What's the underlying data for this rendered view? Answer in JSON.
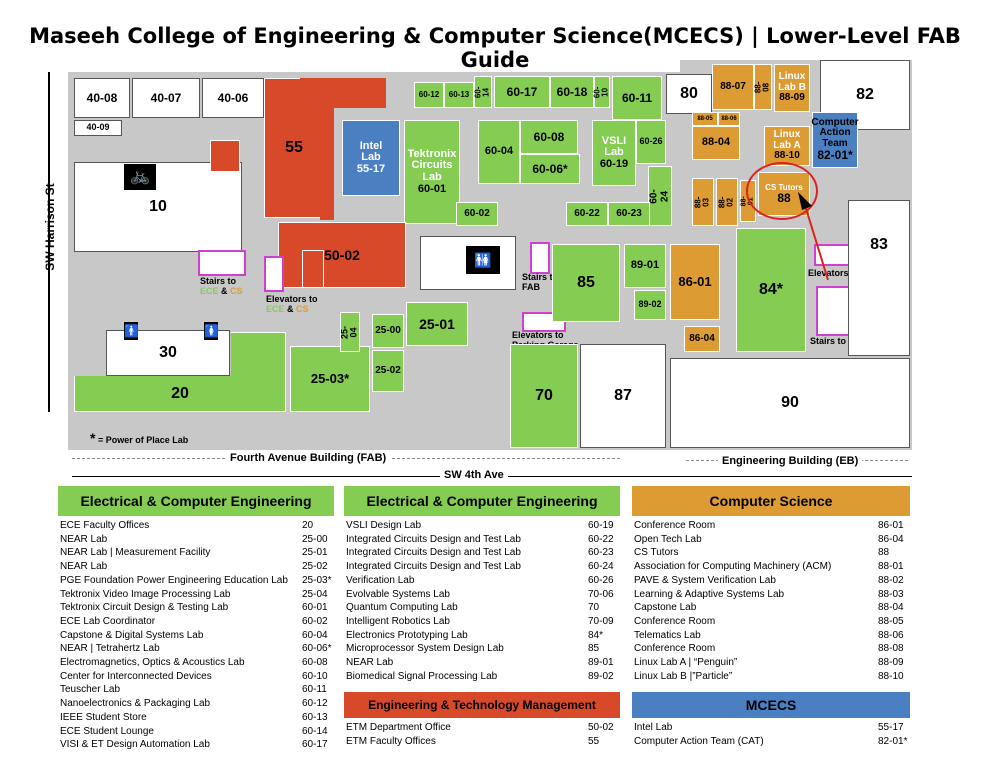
{
  "title": "Maseeh College of Engineering & Computer Science(MCECS) | Lower-Level FAB Guide",
  "map": {
    "street_left": "SW Harrison St",
    "street_bottom": "SW 4th Ave",
    "building_fab": "Fourth Avenue Building (FAB)",
    "building_eb": "Engineering Building (EB)",
    "footnote": "= Power of Place Lab",
    "asterisk": "*",
    "stairs_ece": "Stairs to",
    "ece_word": "ECE",
    "amp": "&",
    "cs_word": "CS",
    "elevators_ece": "Elevators to",
    "stairs_fab": "Stairs to FAB",
    "elevators_parking": "Elevators to Parking Garage",
    "elevators_eb": "Elevators to EB",
    "stairs_eb": "Stairs to EB",
    "cs_tutors": "CS Tutors",
    "rooms": {
      "r4008": "40-08",
      "r4007": "40-07",
      "r4006": "40-06",
      "r4009": "40-09",
      "r10": "10",
      "r55": "55",
      "r30": "30",
      "r20": "20",
      "r5002": "50-02",
      "r2503": "25-03*",
      "r2504": "25-04",
      "r2500": "25-00",
      "r2502": "25-02",
      "r2501": "25-01",
      "intel1": "Intel",
      "intel2": "Lab",
      "intel3": "55-17",
      "tek1": "Tektronix",
      "tek2": "Circuits",
      "tek3": "Lab",
      "tek4": "60-01",
      "r6012": "60-12",
      "r6013": "60-13",
      "r6014": "60-14",
      "r6017": "60-17",
      "r6018": "60-18",
      "r6010": "60-10",
      "r6011": "60-11",
      "r6004": "60-04",
      "r6008": "60-08",
      "r6006": "60-06*",
      "r6002": "60-02",
      "vsli1": "VSLI",
      "vsli2": "Lab",
      "vsli3": "60-19",
      "r6026": "60-26",
      "r6024": "60-24",
      "r6022": "60-22",
      "r6023": "60-23",
      "r85": "85",
      "r8901": "89-01",
      "r8902": "89-02",
      "r70": "70",
      "r87": "87",
      "r8601": "86-01",
      "r8604": "86-04",
      "r84": "84*",
      "r90": "90",
      "r83": "83",
      "r80": "80",
      "r8807": "88-07",
      "r8808": "88-08",
      "r8805": "88-05",
      "r8806": "88-06",
      "r8804": "88-04",
      "r8803": "88-03",
      "r8802": "88-02",
      "r8801": "88-01",
      "r88": "88",
      "llb1": "Linux",
      "llb2": "Lab B",
      "llb3": "88-09",
      "lla1": "Linux",
      "lla2": "Lab A",
      "lla3": "88-10",
      "cat1": "Computer",
      "cat2": "Action",
      "cat3": "Team",
      "cat4": "82-01*",
      "r82": "82"
    }
  },
  "panels": [
    {
      "title": "Electrical & Computer Engineering",
      "color": "#84cc52",
      "rows": [
        [
          "ECE Faculty Offices",
          "20"
        ],
        [
          "NEAR Lab",
          "25-00"
        ],
        [
          "NEAR Lab | Measurement Facility",
          "25-01"
        ],
        [
          "NEAR Lab",
          "25-02"
        ],
        [
          "PGE Foundation Power Engineering Education Lab",
          "25-03*"
        ],
        [
          "Tektronix Video Image Processing Lab",
          "25-04"
        ],
        [
          "Tektronix Circuit Design & Testing Lab",
          "60-01"
        ],
        [
          "ECE Lab Coordinator",
          "60-02"
        ],
        [
          "Capstone & Digital Systems Lab",
          "60-04"
        ],
        [
          "NEAR | Tetrahertz Lab",
          "60-06*"
        ],
        [
          "Electromagnetics, Optics & Acoustics Lab",
          "60-08"
        ],
        [
          "Center for Interconnected Devices",
          "60-10"
        ],
        [
          "Teuscher Lab",
          "60-11"
        ],
        [
          "Nanoelectronics & Packaging Lab",
          "60-12"
        ],
        [
          "IEEE Student Store",
          "60-13"
        ],
        [
          "ECE Student Lounge",
          "60-14"
        ],
        [
          "VISI & ET Design Automation Lab",
          "60-17"
        ]
      ]
    },
    {
      "title": "Electrical & Computer Engineering",
      "color": "#84cc52",
      "rows": [
        [
          "VSLI Design Lab",
          "60-19"
        ],
        [
          "Integrated Circuits Design and Test Lab",
          "60-22"
        ],
        [
          "Integrated Circuits Design and Test Lab",
          "60-23"
        ],
        [
          "Integrated Circuits Design and Test Lab",
          "60-24"
        ],
        [
          "Verification Lab",
          "60-26"
        ],
        [
          "Evolvable Systems Lab",
          "70-06"
        ],
        [
          "Quantum Computing Lab",
          "70"
        ],
        [
          "Intelligent Robotics Lab",
          "70-09"
        ],
        [
          "Electronics Prototyping Lab",
          "84*"
        ],
        [
          "Microprocessor System Design Lab",
          "85"
        ],
        [
          "NEAR Lab",
          "89-01"
        ],
        [
          "Biomedical Signal Processing Lab",
          "89-02"
        ]
      ]
    },
    {
      "title": "Engineering & Technology Management",
      "color": "#d8492a",
      "rows": [
        [
          "ETM Department Office",
          "50-02"
        ],
        [
          "ETM Faculty Offices",
          "55"
        ]
      ]
    },
    {
      "title": "Computer Science",
      "color": "#dc9b33",
      "rows": [
        [
          "Conference Room",
          "86-01"
        ],
        [
          "Open Tech Lab",
          "86-04"
        ],
        [
          "CS Tutors",
          "88"
        ],
        [
          "Association for Computing Machinery (ACM)",
          "88-01"
        ],
        [
          "PAVE & System Verification Lab",
          "88-02"
        ],
        [
          "Learning & Adaptive Systems Lab",
          "88-03"
        ],
        [
          "Capstone Lab",
          "88-04"
        ],
        [
          "Conference Room",
          "88-05"
        ],
        [
          "Telematics Lab",
          "88-06"
        ],
        [
          "Conference Room",
          "88-08"
        ],
        [
          "Linux Lab A | “Penguin”",
          "88-09"
        ],
        [
          "Linux Lab B |”Particle”",
          "88-10"
        ]
      ]
    },
    {
      "title": "MCECS",
      "color": "#4a7fc1",
      "rows": [
        [
          "Intel Lab",
          "55-17"
        ],
        [
          "Computer Action Team (CAT)",
          "82-01*"
        ]
      ]
    }
  ]
}
